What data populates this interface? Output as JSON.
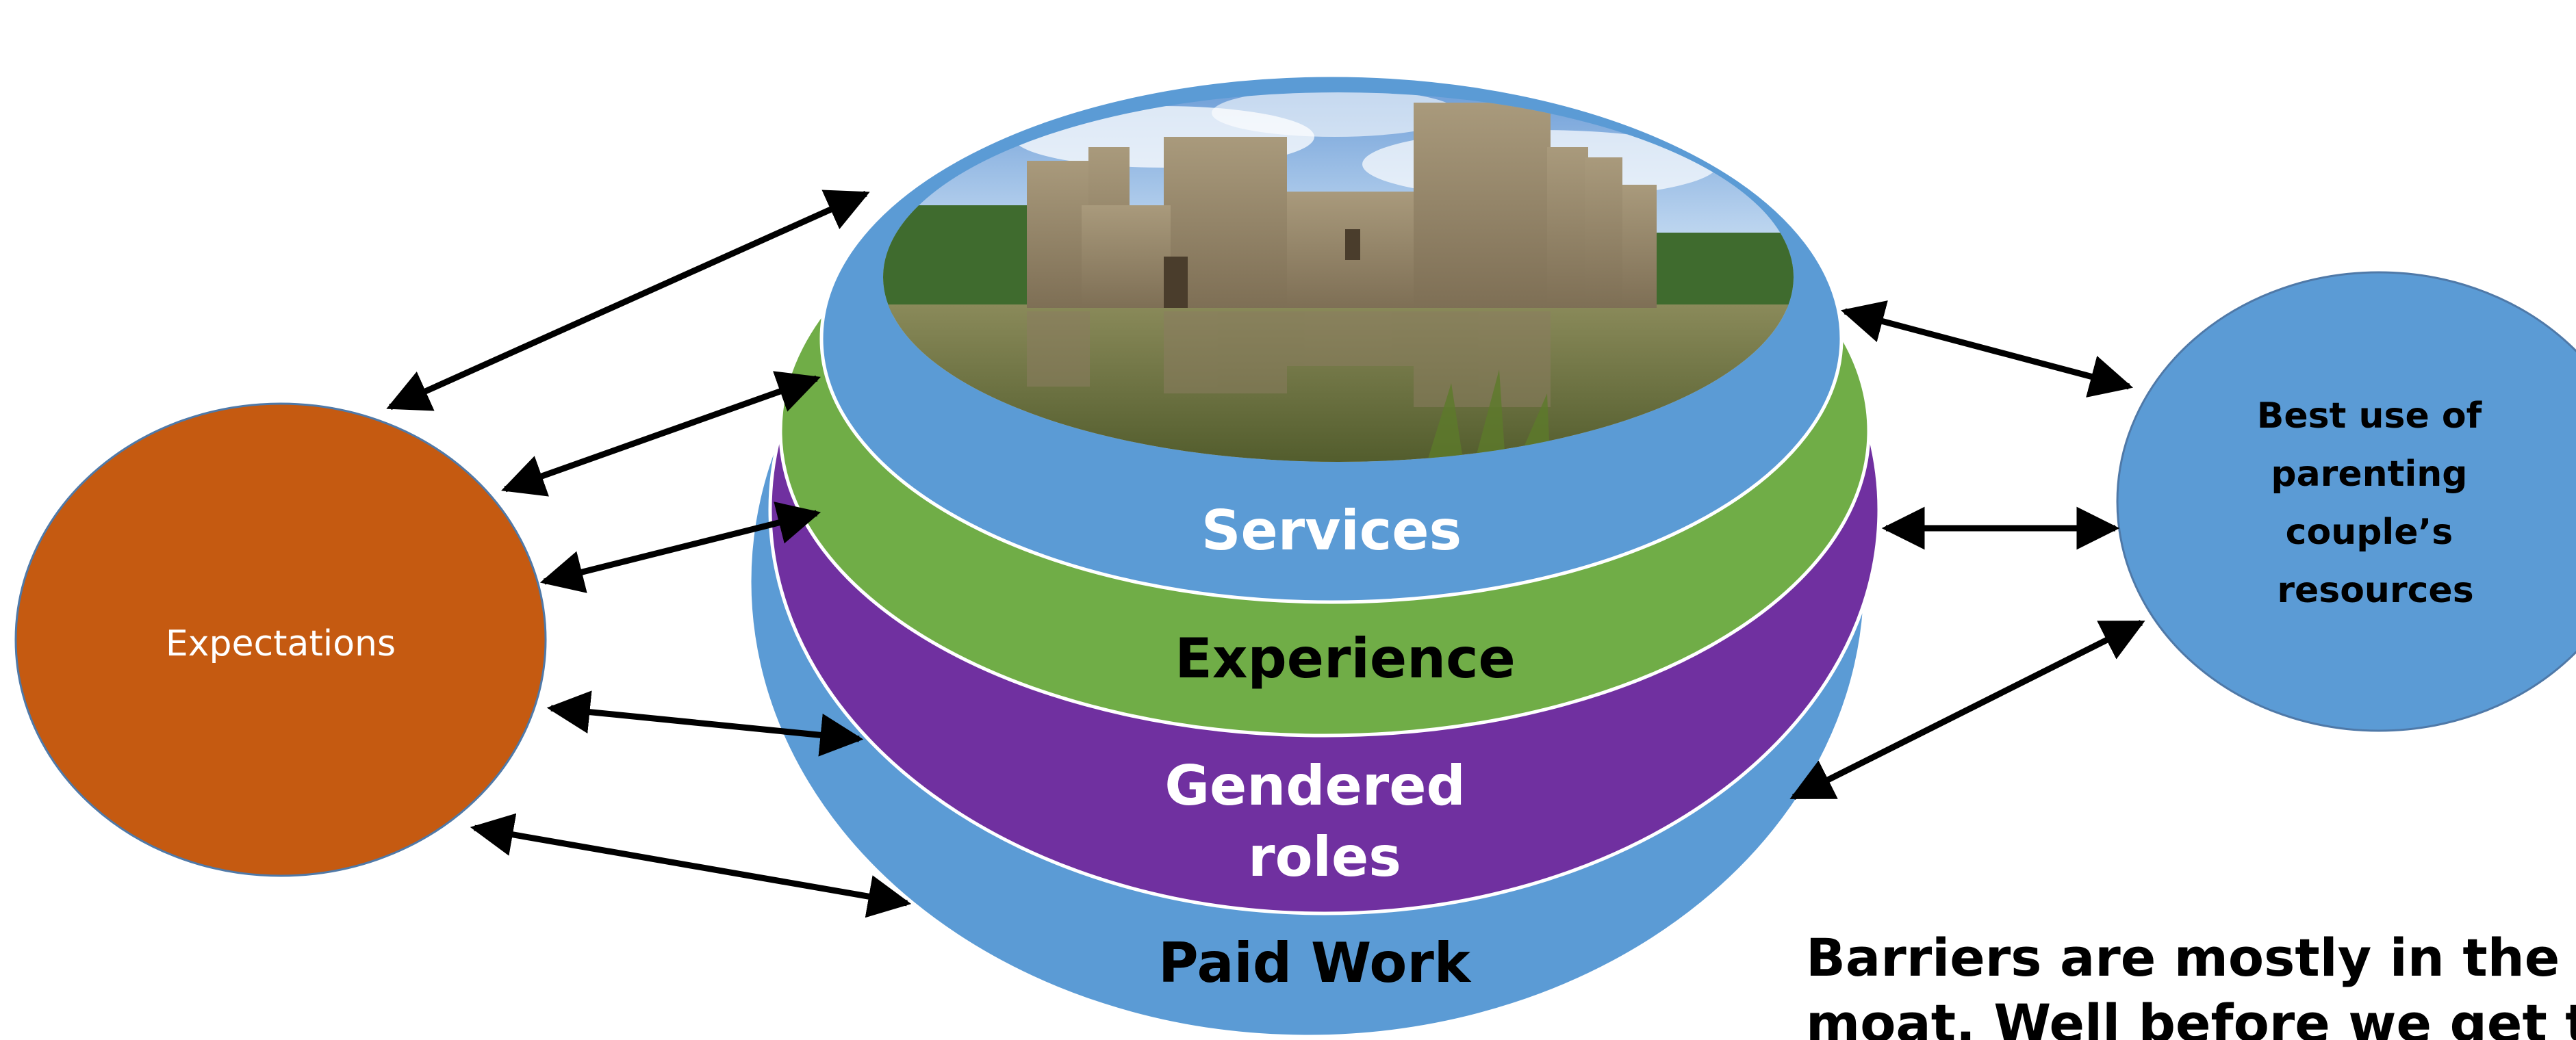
{
  "colors": {
    "expectations_fill": "#c55a11",
    "outer_blue": "#5b9bd5",
    "purple": "#7030a0",
    "green": "#70ad47",
    "resources_fill": "#5b9bd5"
  },
  "image": {
    "subject": "moated castle photograph",
    "icon": "castle-icon"
  },
  "left_node": {
    "label": "Expectations"
  },
  "right_node": {
    "lines": [
      "Best use of",
      "parenting",
      "couple’s",
      "resources"
    ]
  },
  "layers": {
    "services": "Services",
    "experience": "Experience",
    "gendered_roles": [
      "Gendered",
      "roles"
    ],
    "paid_work": "Paid Work"
  },
  "caption": [
    "Barriers are mostly in the",
    "moat. Well before we get to"
  ]
}
